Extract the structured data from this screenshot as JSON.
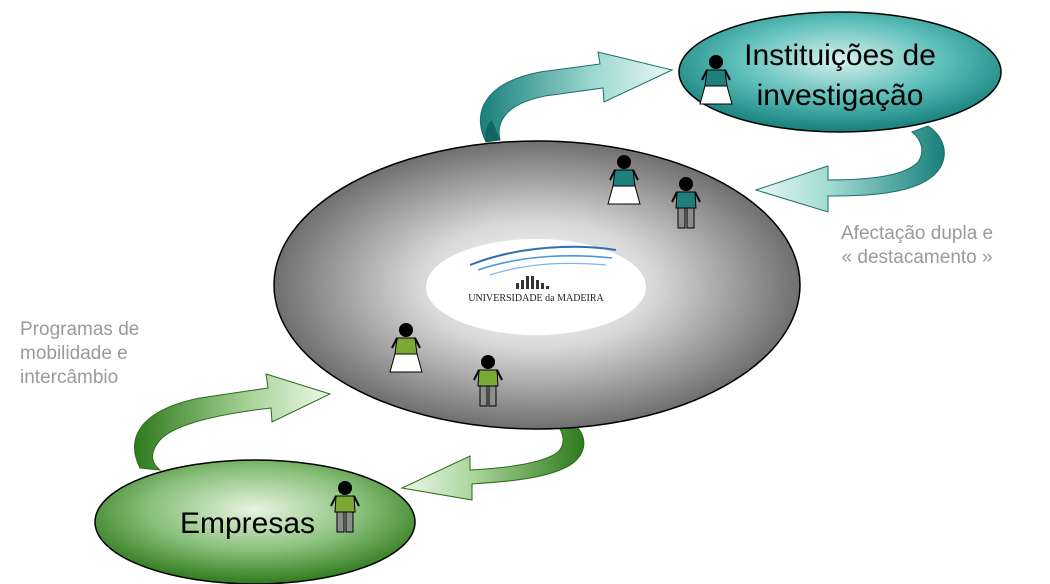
{
  "nodes": {
    "institutions": {
      "line1": "Instituições de",
      "line2": "investigação"
    },
    "companies": {
      "label": "Empresas"
    },
    "university": {
      "logo_text": "UNIVERSIDADE da MADEIRA"
    }
  },
  "annotations": {
    "right": {
      "line1": "Afectação dupla e",
      "line2": "« destacamento »"
    },
    "left": {
      "line1": "Programas de",
      "line2": "mobilidade e",
      "line3": "intercâmbio"
    }
  },
  "colors": {
    "teal": "#1f8f8c",
    "green": "#3f8a2c",
    "gray_center": "#ffffff",
    "gray_edge": "#6b6b6b"
  },
  "icons": [
    "person-teal-dress-icon",
    "person-teal-trousers-icon",
    "person-green-dress-icon",
    "person-green-trousers-icon"
  ]
}
